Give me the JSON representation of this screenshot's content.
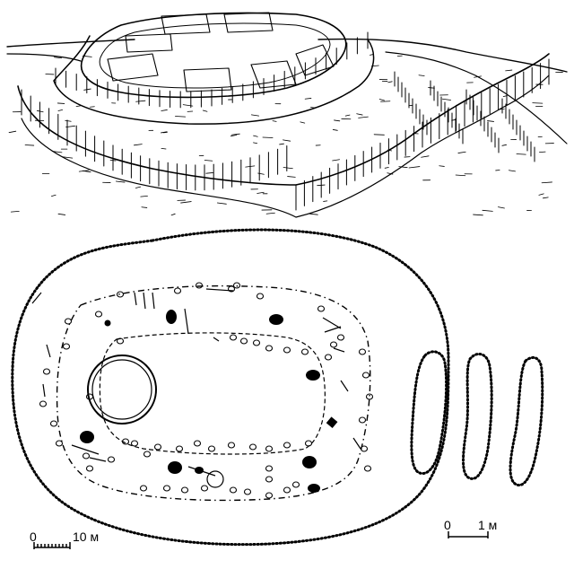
{
  "scale_left": {
    "zero": "0",
    "value": "10 м"
  },
  "scale_right": {
    "zero": "0",
    "value": "1 м"
  },
  "colors": {
    "ink": "#000000",
    "paper": "#ffffff"
  },
  "parts": [
    "reconstruction-drawing",
    "site-plan",
    "hut-plans"
  ]
}
